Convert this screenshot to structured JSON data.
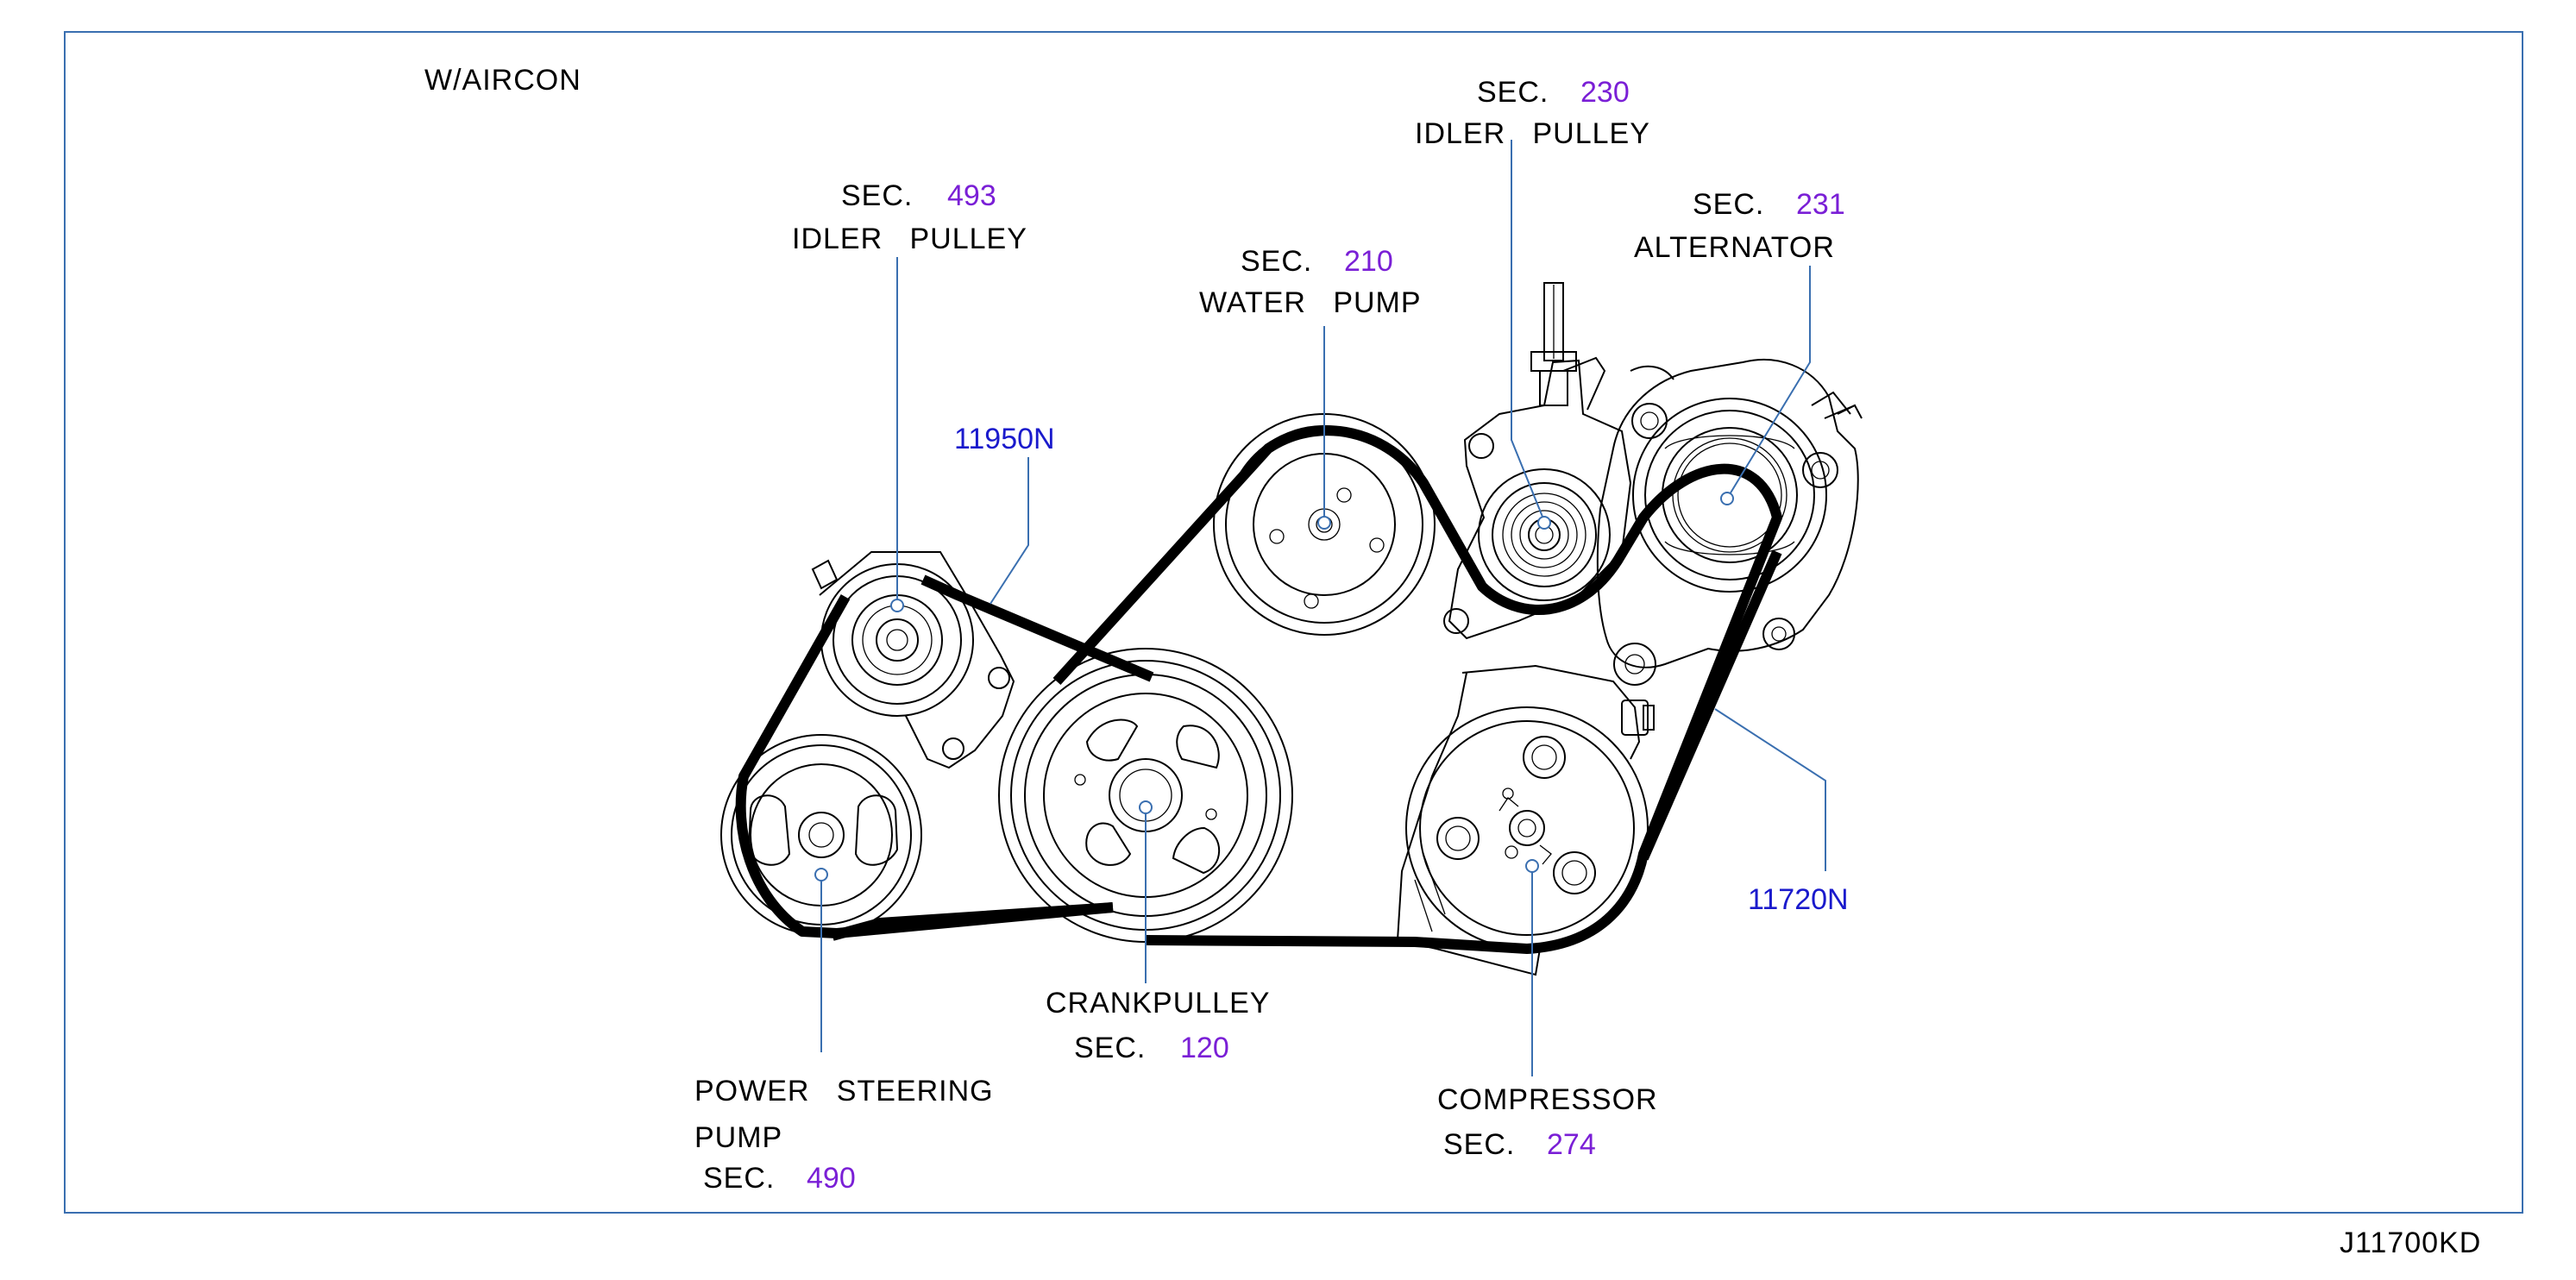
{
  "colors": {
    "frame": "#3a6fb0",
    "leader": "#3a6fb0",
    "section_number": "#7a1fd6",
    "part_number": "#1a1acc",
    "text": "#000000"
  },
  "variant": "W/AIRCON",
  "drawing_code": "J11700KD",
  "callouts": {
    "idler_493": {
      "sec_label": "SEC.",
      "sec_number": "493",
      "name": "IDLER   PULLEY"
    },
    "idler_230": {
      "sec_label": "SEC.",
      "sec_number": "230",
      "name": "IDLER   PULLEY"
    },
    "water_pump": {
      "sec_label": "SEC.",
      "sec_number": "210",
      "name": "WATER   PUMP"
    },
    "alternator": {
      "sec_label": "SEC.",
      "sec_number": "231",
      "name": "ALTERNATOR"
    },
    "crank": {
      "name": "CRANKPULLEY",
      "sec_label": "SEC.",
      "sec_number": "120"
    },
    "power_steering": {
      "name_line1": "POWER   STEERING",
      "name_line2": "PUMP",
      "sec_label": "SEC.",
      "sec_number": "490"
    },
    "compressor": {
      "name": "COMPRESSOR",
      "sec_label": "SEC.",
      "sec_number": "274"
    }
  },
  "parts": {
    "belt_upper": "11950N",
    "belt_lower": "11720N"
  }
}
